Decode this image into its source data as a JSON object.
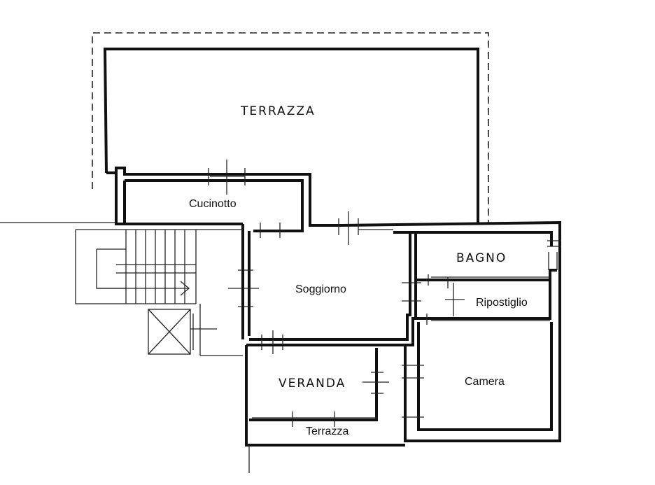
{
  "labels": {
    "terrazza_top": "TERRAZZA",
    "cucinotto": "Cucinotto",
    "soggiorno": "Soggiorno",
    "bagno": "BAGNO",
    "ripostiglio": "Ripostiglio",
    "veranda": "VERANDA",
    "camera": "Camera",
    "terrazza_bottom": "Terrazza"
  }
}
